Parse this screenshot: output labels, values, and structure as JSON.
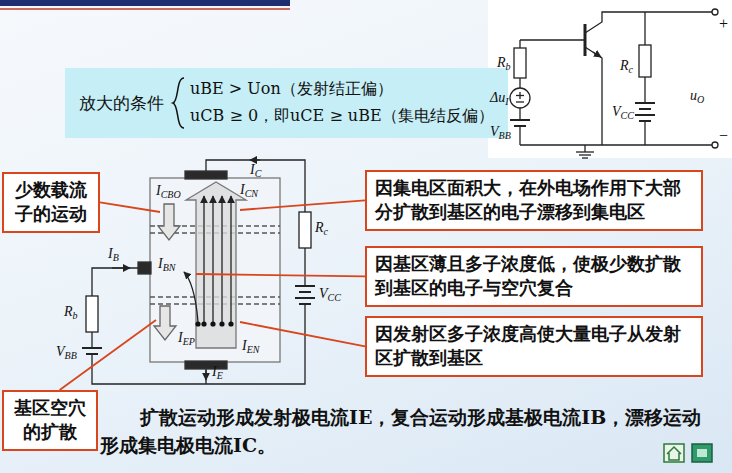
{
  "diagram": {
    "caption": "扩散运动形成发射极电流IE，复合运动形成基极电流IB，漂移运动形成集电极电流IC。",
    "nodes": [
      {
        "text": [
          "放大的条件",
          "uBE > Uon（发射结正偏）",
          "uCB ≥ 0，即uCE ≥ uBE（集电结反偏）"
        ]
      },
      {
        "text": [
          "少数载流子的运动"
        ]
      },
      {
        "text": [
          "基区空穴的扩散"
        ]
      },
      {
        "text": [
          "因集电区面积大，在外电场作用下大部分扩散到基区的电子漂移到集电区"
        ]
      },
      {
        "text": [
          "因基区薄且多子浓度低，使极少数扩散到基区的电子与空穴复合"
        ]
      },
      {
        "text": [
          "因发射区多子浓度高使大量电子从发射区扩散到基区"
        ]
      }
    ],
    "edges": [],
    "labels": [
      "Rb",
      "ΔuI",
      "VBB",
      "Rc",
      "VCC",
      "uO",
      "+",
      "−",
      "ICBO",
      "IC",
      "ICN",
      "IB",
      "IBN",
      "IEP",
      "IEN",
      "IE",
      "Rc",
      "Rb",
      "VBB",
      "VCC"
    ]
  }
}
